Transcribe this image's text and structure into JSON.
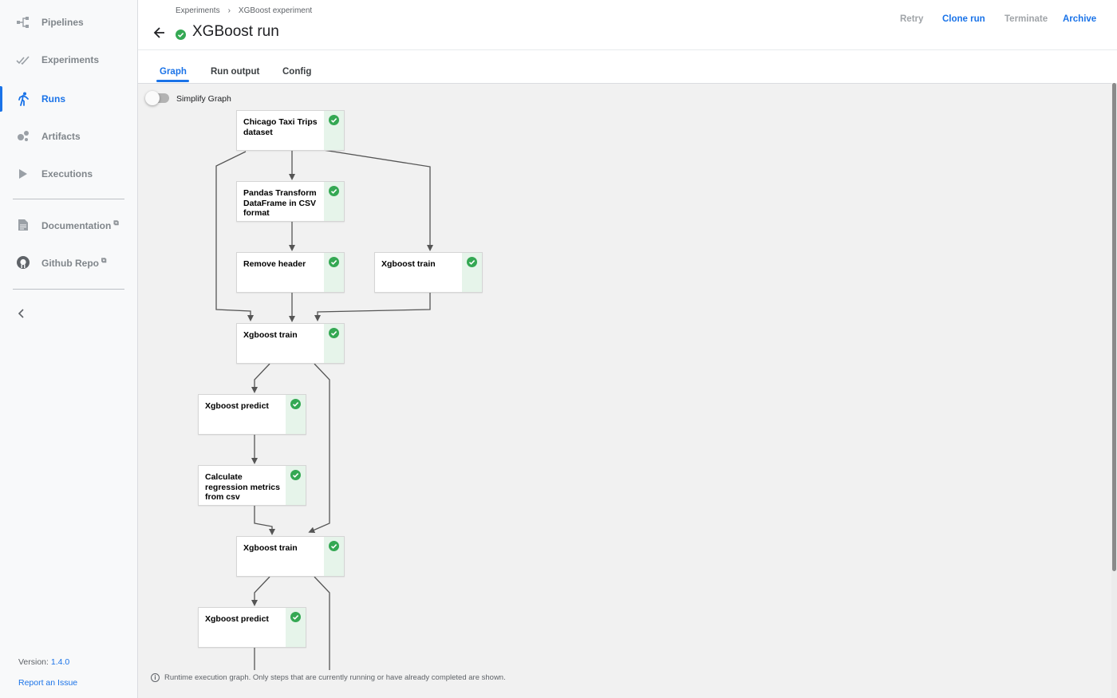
{
  "sidebar": {
    "items": [
      {
        "label": "Pipelines",
        "icon": "pipelines-icon",
        "active": false
      },
      {
        "label": "Experiments",
        "icon": "experiments-icon",
        "active": false
      },
      {
        "label": "Runs",
        "icon": "runs-icon",
        "active": true
      },
      {
        "label": "Artifacts",
        "icon": "artifacts-icon",
        "active": false
      },
      {
        "label": "Executions",
        "icon": "executions-icon",
        "active": false
      }
    ],
    "links": [
      {
        "label": "Documentation",
        "icon": "document-icon"
      },
      {
        "label": "Github Repo",
        "icon": "github-icon"
      }
    ],
    "version_label": "Version:",
    "version_value": "1.4.0",
    "report_issue": "Report an Issue"
  },
  "breadcrumbs": {
    "items": [
      "Experiments",
      "XGBoost experiment"
    ],
    "separator": "›"
  },
  "header": {
    "title": "XGBoost run",
    "status": "succeeded",
    "actions": {
      "retry": "Retry",
      "clone": "Clone run",
      "terminate": "Terminate",
      "archive": "Archive"
    }
  },
  "tabs": [
    {
      "label": "Graph",
      "active": true
    },
    {
      "label": "Run output",
      "active": false
    },
    {
      "label": "Config",
      "active": false
    }
  ],
  "graph": {
    "simplify_label": "Simplify Graph",
    "simplify_enabled": false,
    "nodes": [
      {
        "label": "Chicago Taxi Trips dataset",
        "status": "succeeded"
      },
      {
        "label": "Pandas Transform DataFrame in CSV format",
        "status": "succeeded"
      },
      {
        "label": "Remove header",
        "status": "succeeded"
      },
      {
        "label": "Xgboost train",
        "status": "succeeded"
      },
      {
        "label": "Xgboost train",
        "status": "succeeded"
      },
      {
        "label": "Xgboost predict",
        "status": "succeeded"
      },
      {
        "label": "Calculate regression metrics from csv",
        "status": "succeeded"
      },
      {
        "label": "Xgboost train",
        "status": "succeeded"
      },
      {
        "label": "Xgboost predict",
        "status": "succeeded"
      }
    ],
    "footer_note": "Runtime execution graph. Only steps that are currently running or have already completed are shown."
  },
  "colors": {
    "accent": "#1a73e8",
    "success": "#34a853",
    "success_bg": "#e6f4ea",
    "disabled": "#a0a4a8"
  }
}
